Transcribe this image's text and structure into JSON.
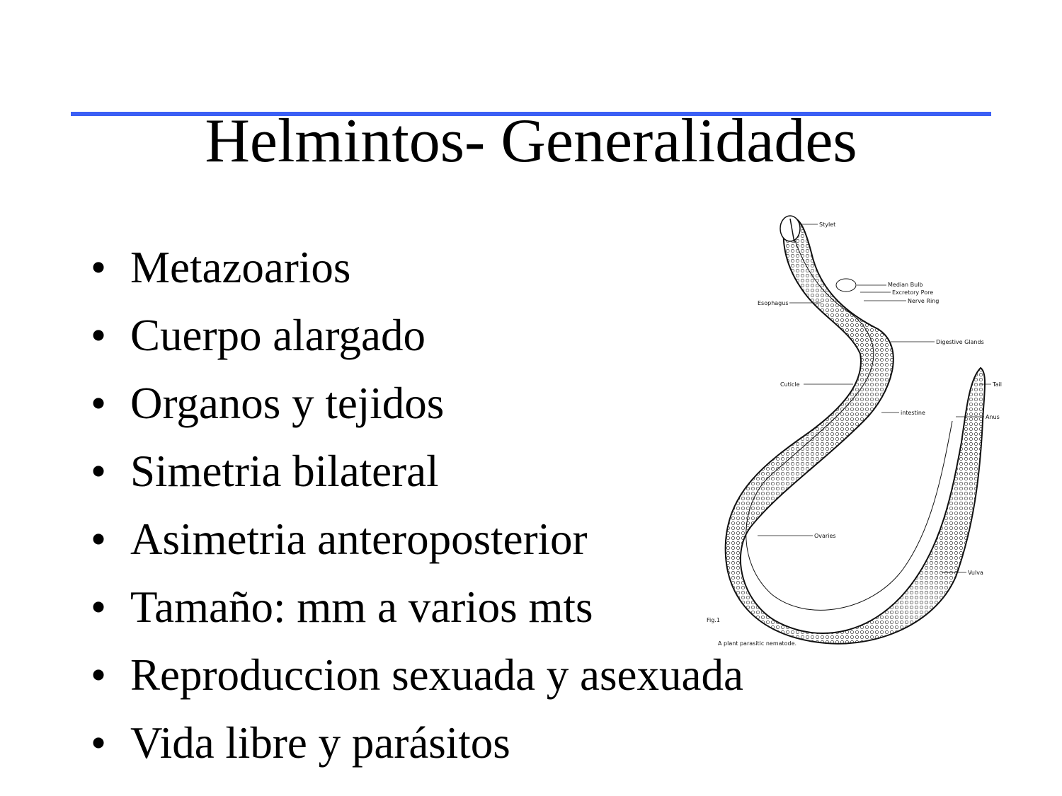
{
  "slide": {
    "title": "Helmintos- Generalidades",
    "accent_color": "#3b5ff5",
    "bullet_symbol": "•",
    "bullets": [
      "Metazoarios",
      "Cuerpo alargado",
      "Organos y tejidos",
      "Simetria bilateral",
      "Asimetria anteroposterior",
      "Tamaño: mm a varios mts",
      "Reproduccion sexuada y asexuada",
      "Vida libre y parásitos"
    ]
  },
  "figure": {
    "labels": {
      "stylet": "Stylet",
      "median_bulb": "Median Bulb",
      "excretory_pore": "Excretory Pore",
      "nerve_ring": "Nerve Ring",
      "esophagus": "Esophagus",
      "digestive_glands": "Digestive Glands",
      "cuticle": "Cuticle",
      "intestine": "intestine",
      "tail": "Tail",
      "anus": "Anus",
      "ovaries": "Ovaries",
      "vulva": "Vulva",
      "fig": "Fig.1"
    },
    "caption": "A plant parasitic nematode."
  }
}
